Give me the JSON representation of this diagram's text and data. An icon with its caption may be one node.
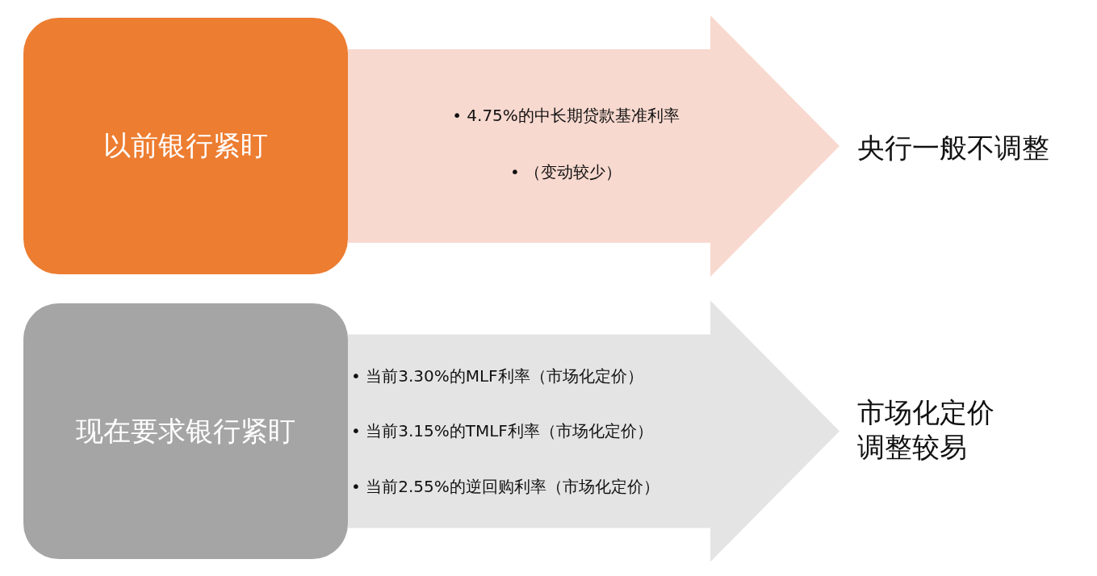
{
  "diagram": {
    "nodes": [
      {
        "text": [
          "以前银行紧盯"
        ]
      },
      {
        "text": [
          "央行一般不调整"
        ]
      },
      {
        "text": [
          "现在要求银行紧盯"
        ]
      },
      {
        "text": [
          "市场化定价调整较易"
        ]
      }
    ],
    "edges": [
      {
        "from": 0,
        "to": 1,
        "arrow": "to",
        "style": "thick",
        "color": "#f8d9cf"
      },
      {
        "from": 2,
        "to": 3,
        "arrow": "to",
        "style": "thick",
        "color": "#e4e4e4"
      }
    ],
    "labels": [
      "• 4.75%的中长期贷款基准利率",
      "• （变动较少）",
      "• 当前3.30%的MLF利率（市场化定价）",
      "• 当前3.15%的TMLF利率（市场化定价）",
      "• 当前2.55%的逆回购利率（市场化定价）"
    ]
  }
}
